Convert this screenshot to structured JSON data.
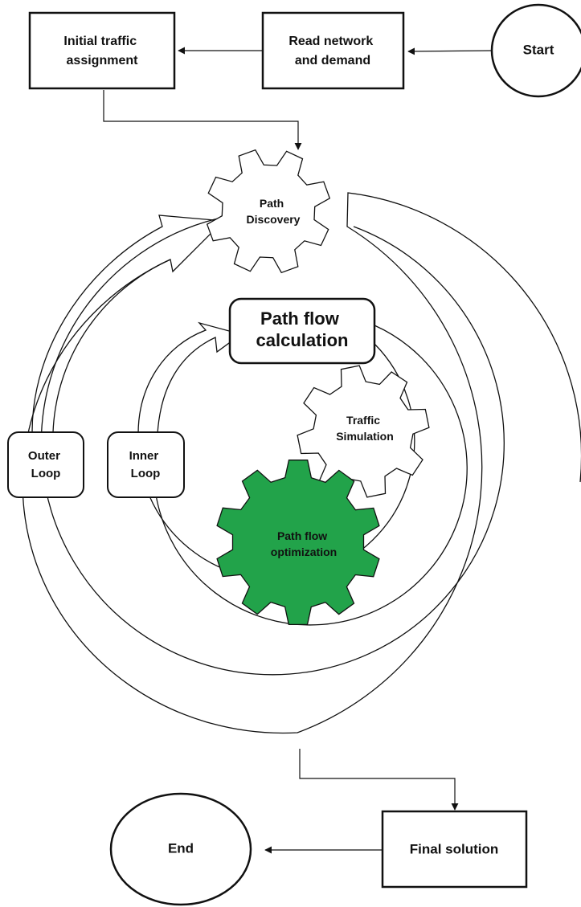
{
  "nodes": {
    "start": "Start",
    "read": [
      "Read network",
      "and demand"
    ],
    "initial": [
      "Initial traffic",
      "assignment"
    ],
    "path_discovery": [
      "Path",
      "Discovery"
    ],
    "path_flow_calc": [
      "Path flow",
      "calculation"
    ],
    "traffic_sim": [
      "Traffic",
      "Simulation"
    ],
    "path_flow_opt": [
      "Path flow",
      "optimization"
    ],
    "outer_loop": [
      "Outer",
      "Loop"
    ],
    "inner_loop": [
      "Inner",
      "Loop"
    ],
    "final": "Final solution",
    "end": "End"
  },
  "colors": {
    "accent_green": "#22a34a",
    "line": "#111111",
    "background": "#ffffff"
  }
}
